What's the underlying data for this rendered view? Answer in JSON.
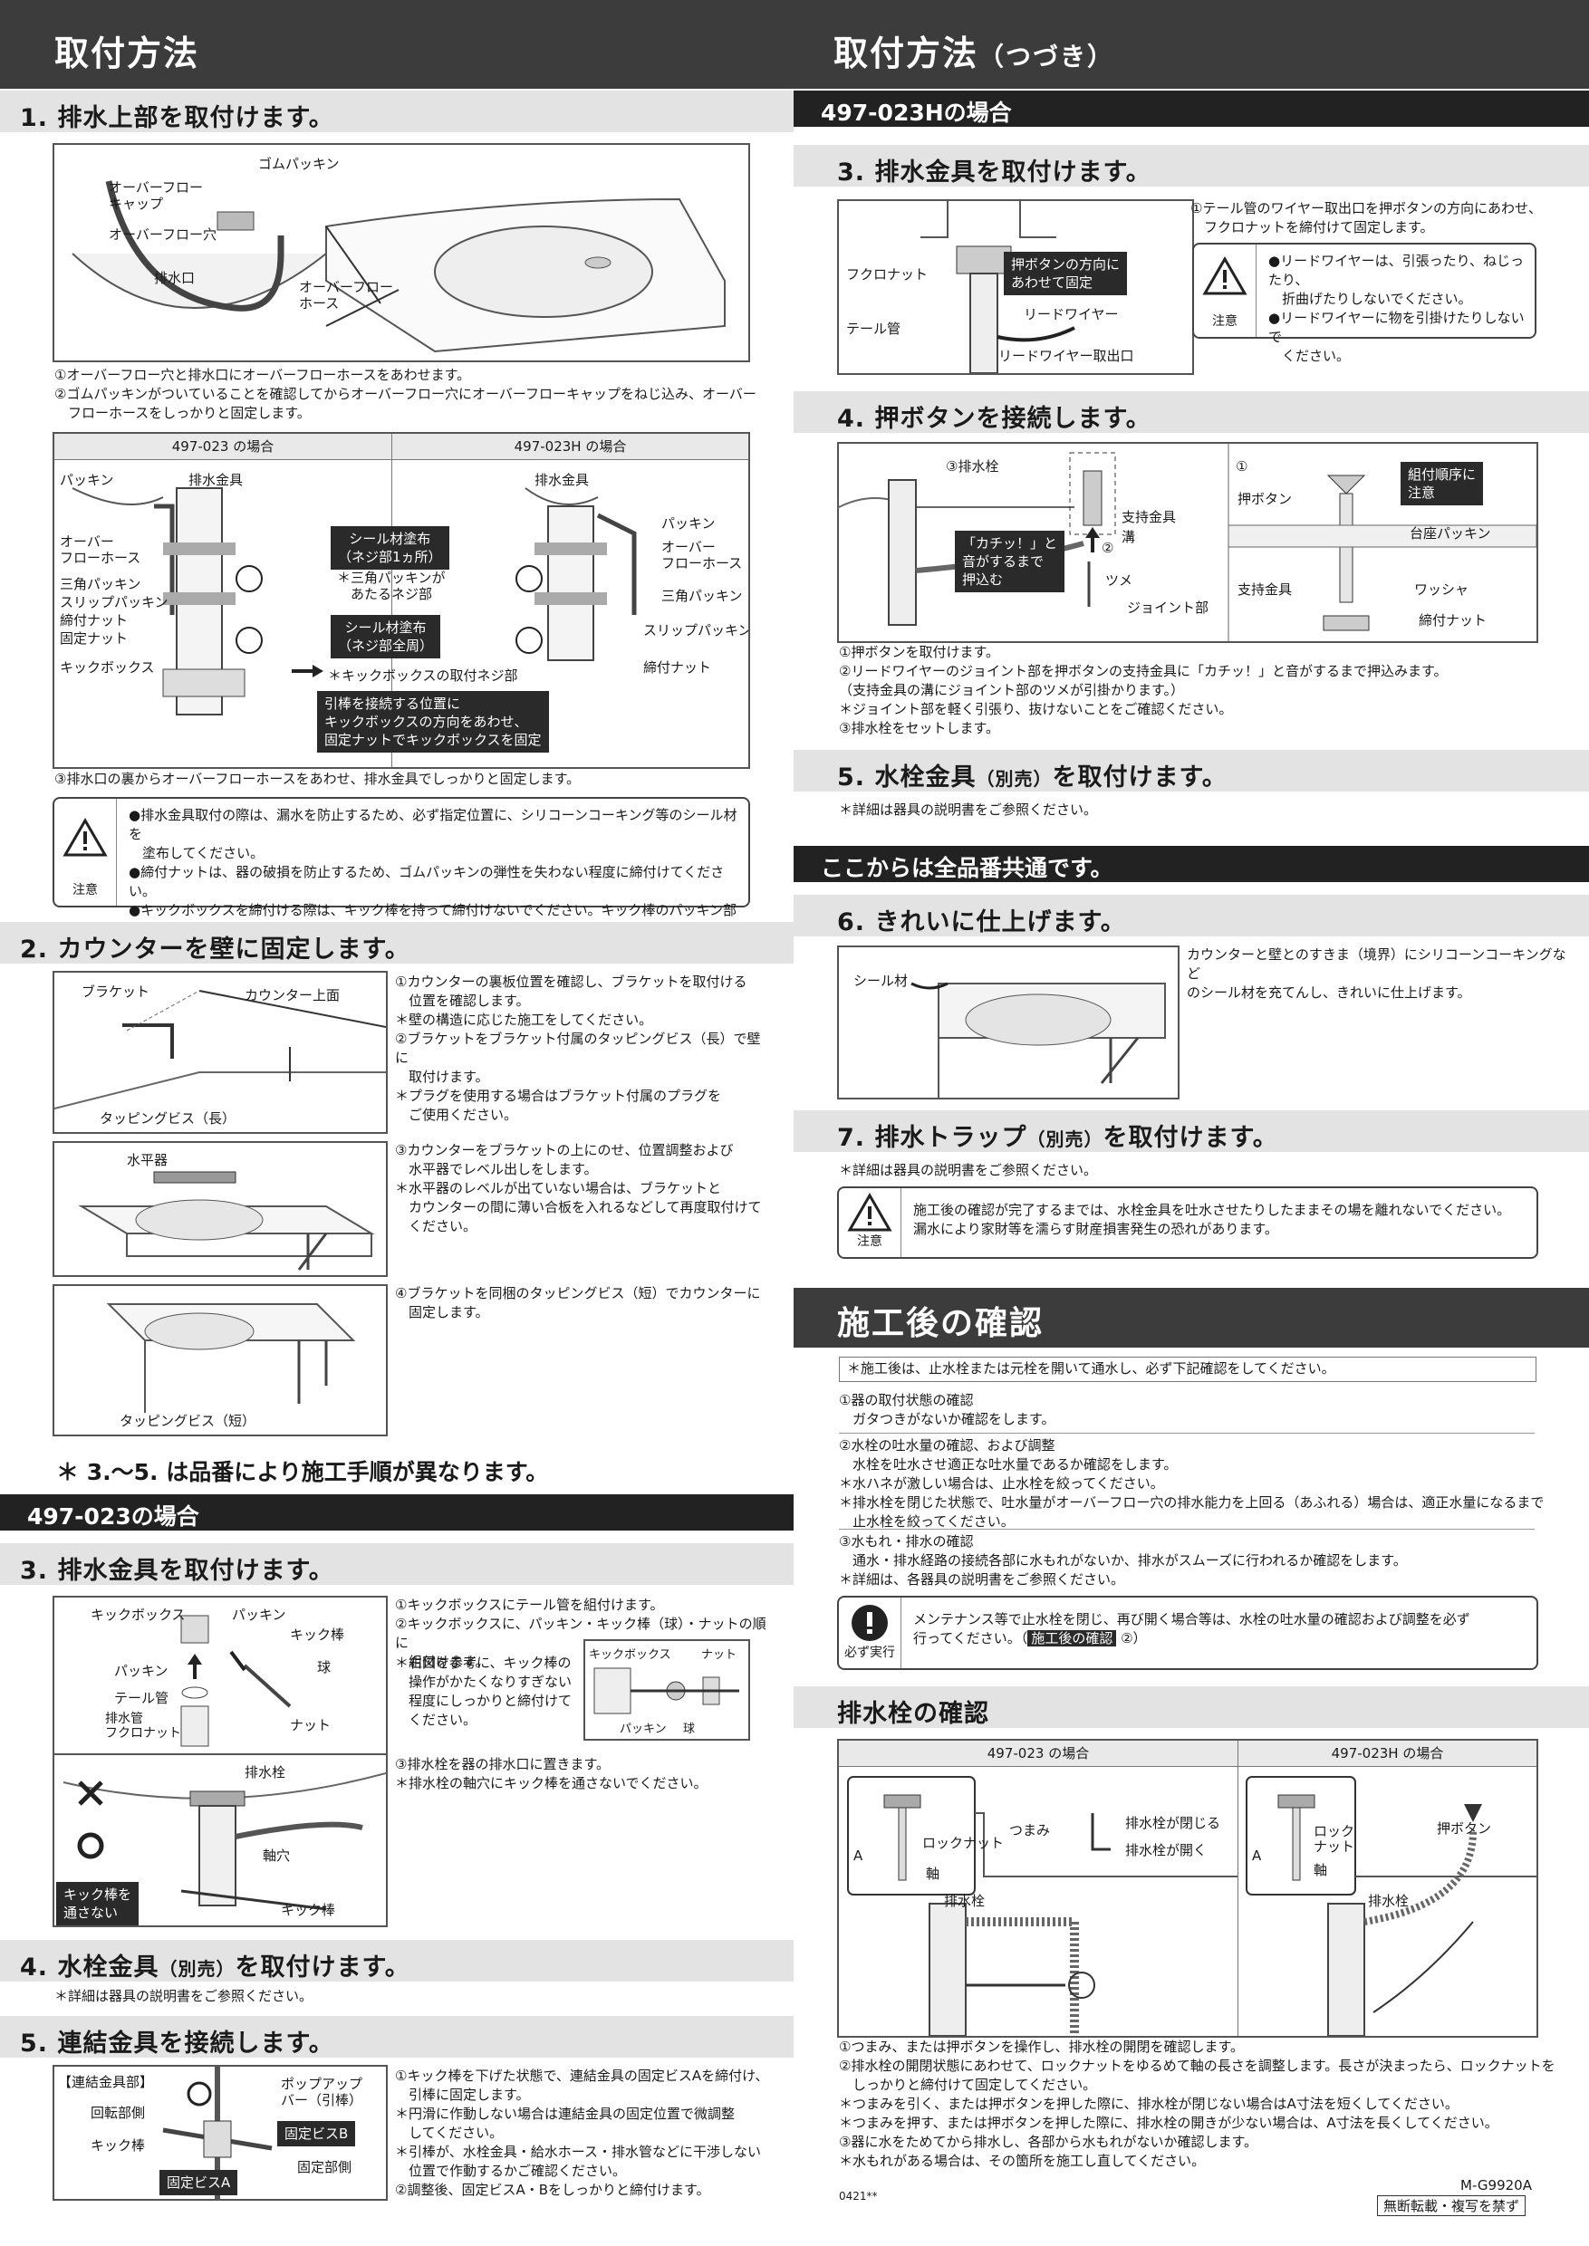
{
  "header": {
    "left_title": "取付方法",
    "right_title": "取付方法",
    "right_title_suffix": "（つづき）"
  },
  "left": {
    "step1": {
      "title": "1. 排水上部を取付けます。",
      "labels": [
        "ゴムパッキン",
        "オーバーフロー\nキャップ",
        "オーバーフロー穴",
        "排水口",
        "オーバーフロー\nホース"
      ],
      "notes": "①オーバーフロー穴と排水口にオーバーフローホースをあわせます。\n②ゴムパッキンがついていることを確認してからオーバーフロー穴にオーバーフローキャップをねじ込み、オーバー\n　フローホースをしっかりと固定します。",
      "table_head_left": "497-023 の場合",
      "table_head_right": "497-023H の場合",
      "tl": [
        "パッキン",
        "排水金具",
        "オーバー\nフローホース",
        "三角パッキン",
        "スリップパッキン",
        "締付ナット",
        "固定ナット",
        "キックボックス"
      ],
      "tr": [
        "排水金具",
        "パッキン",
        "オーバー\nフローホース",
        "三角パッキン",
        "スリップパッキン",
        "締付ナット"
      ],
      "box_seal1": "シール材塗布\n（ネジ部1ヵ所）",
      "note_tri": "＊三角パッキンが\n　あたるネジ部",
      "box_seal2": "シール材塗布\n（ネジ部全周）",
      "note_kick": "＊キックボックスの取付ネジ部",
      "box_kick": "引棒を接続する位置に\nキックボックスの方向をあわせ、\n固定ナットでキックボックスを固定",
      "note3": "③排水口の裏からオーバーフローホースをあわせ、排水金具でしっかりと固定します。",
      "caution_label": "注意",
      "caution": "●排水金具取付の際は、漏水を防止するため、必ず指定位置に、シリコーンコーキング等のシール材を\n　塗布してください。\n●締付ナットは、器の破損を防止するため、ゴムパッキンの弾性を失わない程度に締付けてください。\n●キックボックスを締付ける際は、キック棒を持って締付けないでください。キック棒のパッキン部に\n　無理な力がかかり漏水する恐れがあります。"
    },
    "step2": {
      "title": "2. カウンターを壁に固定します。",
      "fig1_labels": [
        "ブラケット",
        "カウンター上面",
        "タッピングビス（長）"
      ],
      "notes1": "①カウンターの裏板位置を確認し、ブラケットを取付ける\n　位置を確認します。\n＊壁の構造に応じた施工をしてください。\n②ブラケットをブラケット付属のタッピングビス（長）で壁に\n　取付けます。\n＊プラグを使用する場合はブラケット付属のプラグを\n　ご使用ください。",
      "fig2_label": "水平器",
      "notes2": "③カウンターをブラケットの上にのせ、位置調整および\n　水平器でレベル出しをします。\n＊水平器のレベルが出ていない場合は、ブラケットと\n　カウンターの間に薄い合板を入れるなどして再度取付けて\n　ください。",
      "fig3_label": "タッピングビス（短）",
      "notes3": "④ブラケットを同梱のタッピングビス（短）でカウンターに\n　固定します。"
    },
    "important_note": "＊ 3.〜5. は品番により施工手順が異なります。",
    "section_023": "497-023の場合",
    "step3": {
      "title": "3. 排水金具を取付けます。",
      "fig_labels": [
        "キックボックス",
        "パッキン",
        "キック棒",
        "球",
        "パッキン",
        "テール管",
        "排水管\nフクロナット",
        "ナット"
      ],
      "inset_labels": [
        "キックボックス",
        "ナット",
        "パッキン",
        "球"
      ],
      "notes1": "①キックボックスにテール管を組付けます。\n②キックボックスに、パッキン・キック棒（球）・ナットの順に\n　組付けます。",
      "notes1b": "＊右図を参考に、キック棒の\n　操作がかたくなりすぎない\n　程度にしっかりと締付けて\n　ください。",
      "fig2_labels": [
        "排水栓",
        "軸穴",
        "キック棒"
      ],
      "fig2_box": "キック棒を\n通さない",
      "notes2": "③排水栓を器の排水口に置きます。\n＊排水栓の軸穴にキック棒を通さないでください。"
    },
    "step4": {
      "title": "4. 水栓金具",
      "title_small": "（別売）",
      "title_end": "を取付けます。",
      "note": "＊詳細は器具の説明書をご参照ください。"
    },
    "step5": {
      "title": "5. 連結金具を接続します。",
      "fig_labels": [
        "【連結金具部】",
        "回転部側",
        "キック棒",
        "ポップアップ\nバー（引棒）",
        "固定部側"
      ],
      "box_b": "固定ビスB",
      "box_a": "固定ビスA",
      "notes": "①キック棒を下げた状態で、連結金具の固定ビスAを締付け、\n　引棒に固定します。\n＊円滑に作動しない場合は連結金具の固定位置で微調整\n　してください。\n＊引棒が、水栓金具・給水ホース・排水管などに干渉しない\n　位置で作動するかご確認ください。\n②調整後、固定ビスA・Bをしっかりと締付けます。"
    }
  },
  "right": {
    "section_023H": "497-023Hの場合",
    "step3": {
      "title": "3. 排水金具を取付けます。",
      "fig_labels": [
        "フクロナット",
        "テール管",
        "リードワイヤー",
        "リードワイヤー取出口"
      ],
      "box": "押ボタンの方向に\nあわせて固定",
      "notes": "①テール管のワイヤー取出口を押ボタンの方向にあわせ、\n　フクロナットを締付けて固定します。",
      "caution_label": "注意",
      "caution": "●リードワイヤーは、引張ったり、ねじったり、\n　折曲げたりしないでください。\n●リードワイヤーに物を引掛けたりしないで\n　ください。"
    },
    "step4": {
      "title": "4. 押ボタンを接続します。",
      "fig_labels": [
        "③排水栓",
        "支持金具",
        "溝",
        "ツメ",
        "ジョイント部",
        "①",
        "押ボタン",
        "台座パッキン",
        "支持金具",
        "ワッシャ",
        "締付ナット",
        "②"
      ],
      "box_click": "「カチッ！」と\n音がするまで\n押込む",
      "box_order": "組付順序に\n注意",
      "notes": "①押ボタンを取付けます。\n②リードワイヤーのジョイント部を押ボタンの支持金具に「カチッ！」と音がするまで押込みます。\n（支持金具の溝にジョイント部のツメが引掛かります。）\n＊ジョイント部を軽く引張り、抜けないことをご確認ください。\n③排水栓をセットします。"
    },
    "step5": {
      "title": "5. 水栓金具",
      "title_small": "（別売）",
      "title_end": "を取付けます。",
      "note": "＊詳細は器具の説明書をご参照ください。"
    },
    "common": "ここからは全品番共通です。",
    "step6": {
      "title": "6. きれいに仕上げます。",
      "fig_label": "シール材",
      "notes": "カウンターと壁とのすきま（境界）にシリコーンコーキングなど\nのシール材を充てんし、きれいに仕上げます。"
    },
    "step7": {
      "title": "7. 排水トラップ",
      "title_small": "（別売）",
      "title_end": "を取付けます。",
      "note": "＊詳細は器具の説明書をご参照ください。",
      "caution_label": "注意",
      "caution": "施工後の確認が完了するまでは、水栓金具を吐水させたりしたままその場を離れないでください。\n漏水により家財等を濡らす財産損害発生の恐れがあります。"
    },
    "after": {
      "title": "施工後の確認",
      "intro": "＊施工後は、止水栓または元栓を開いて通水し、必ず下記確認をしてください。",
      "c1": "①器の取付状態の確認\n　ガタつきがないか確認をします。",
      "c2": "②水栓の吐水量の確認、および調整\n　水栓を吐水させ適正な吐水量であるか確認をします。\n＊水ハネが激しい場合は、止水栓を絞ってください。\n＊排水栓を閉じた状態で、吐水量がオーバーフロー穴の排水能力を上回る（あふれる）場合は、適正水量になるまで\n　止水栓を絞ってください。",
      "c3": "③水もれ・排水の確認\n　通水・排水経路の接続各部に水もれがないか、排水がスムーズに行われるか確認をします。\n＊詳細は、各器具の説明書をご参照ください。",
      "must_label": "必ず実行",
      "must_text": "メンテナンス等で止水栓を閉じ、再び開く場合等は、水栓の吐水量の確認および調整を必ず\n行ってください。（",
      "must_ref": "施工後の確認",
      "must_end": "②）"
    },
    "drain": {
      "title": "排水栓の確認",
      "head_left": "497-023 の場合",
      "head_right": "497-023H の場合",
      "left_labels": [
        "つまみ",
        "ロックナット",
        "軸",
        "A",
        "排水栓",
        "排水栓が閉じる",
        "排水栓が開く"
      ],
      "right_labels": [
        "押ボタン",
        "ロック\nナット",
        "軸",
        "A",
        "排水栓"
      ],
      "notes": "①つまみ、または押ボタンを操作し、排水栓の開閉を確認します。\n②排水栓の開閉状態にあわせて、ロックナットをゆるめて軸の長さを調整します。長さが決まったら、ロックナットを\n　しっかりと締付けて固定してください。\n＊つまみを引く、または押ボタンを押した際に、排水栓が閉じない場合はA寸法を短くしてください。\n＊つまみを押す、または押ボタンを押した際に、排水栓の開きが少ない場合は、A寸法を長くしてください。\n③器に水をためてから排水し、各部から水もれがないか確認します。\n＊水もれがある場合は、その箇所を施工し直してください。"
    },
    "footer_code": "0421**",
    "doc_no": "M-G9920A",
    "no_copy": "無断転載・複写を禁ず"
  }
}
